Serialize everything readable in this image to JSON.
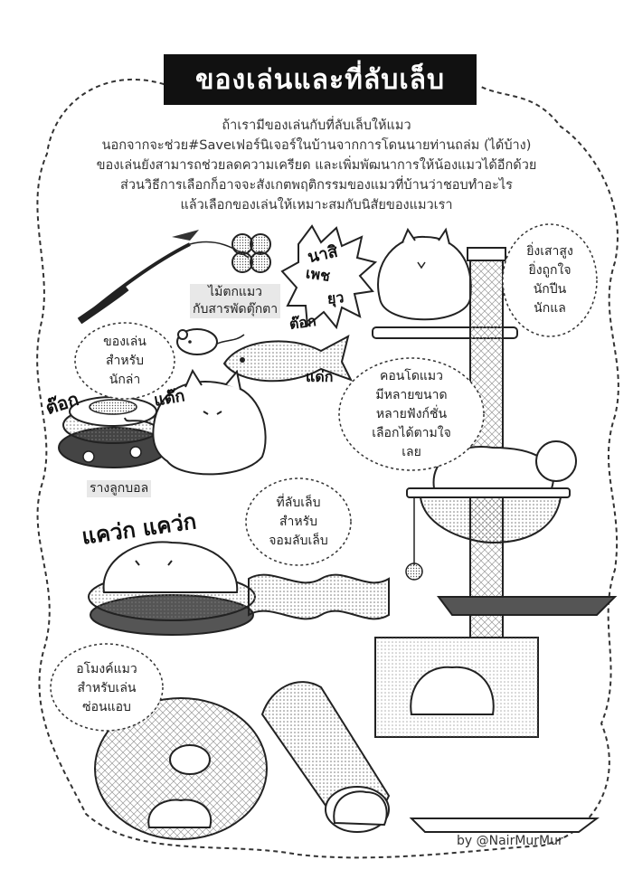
{
  "title": "ของเล่นและที่ลับเล็บ",
  "intro": [
    "ถ้าเรามีของเล่นกับที่ลับเล็บให้แมว",
    "นอกจากจะช่วย#Saveเฟอร์นิเจอร์ในบ้านจากการโดนนายท่านถล่ม (ได้บ้าง)",
    "ของเล่นยังสามารถช่วยลดความเครียด และเพิ่มพัฒนาการให้น้องแมวได้อีกด้วย",
    "ส่วนวิธีการเลือกก็อาจจะสังเกตพฤติกรรมของแมวที่บ้านว่าชอบทำอะไร",
    "แล้วเลือกของเล่นให้เหมาะสมกับนิสัยของแมวเรา"
  ],
  "bubbles": {
    "hunter": [
      "ของเล่น",
      "สำหรับ",
      "นักล่า"
    ],
    "climber": [
      "ยิ่งเสาสูง",
      "ยิ่งถูกใจ",
      "นักปีน",
      "นักแล"
    ],
    "condo": [
      "คอนโดแมว",
      "มีหลายขนาด",
      "หลายฟังก์ชั่น",
      "เลือกได้ตามใจ",
      "เลย"
    ],
    "scratcher": [
      "ที่ลับเล็บ",
      "สำหรับ",
      "จอมลับเล็บ"
    ],
    "dome": [
      "อโมงค์แมว",
      "สำหรับเล่น",
      "ซ่อนแอบ"
    ]
  },
  "labels": {
    "wand": [
      "ไม้ตกแมว",
      "กับสารพัดตุ๊กตา"
    ],
    "ball_track": "รางลูกบอล"
  },
  "sfx": {
    "meow": [
      "นาสิ",
      "เพช",
      "ยุว"
    ],
    "tok1": "ต๊อก",
    "tok2": "แต๊ก",
    "tok3": "ต๊อก",
    "daek": "แด่ก",
    "scratch": "แคว่ก แคว่ก"
  },
  "credit": "by @NairMurMur"
}
